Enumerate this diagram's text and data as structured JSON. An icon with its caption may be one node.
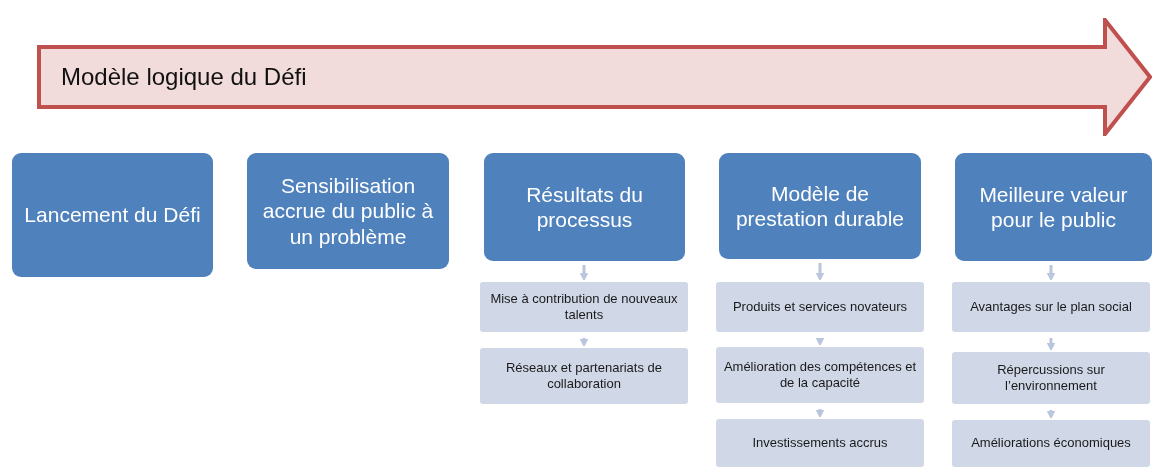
{
  "diagram": {
    "nodes": [
      {
        "text": [
          "Modèle logique du Défi"
        ]
      },
      {
        "text": [
          "Lancement du Défi"
        ]
      },
      {
        "text": [
          "Sensibilisation accrue du public à un problème"
        ]
      },
      {
        "text": [
          "Résultats du processus"
        ]
      },
      {
        "text": [
          "Mise à contribution de nouveaux talents"
        ]
      },
      {
        "text": [
          "Réseaux et partenariats de collaboration"
        ]
      },
      {
        "text": [
          "Modèle de prestation durable"
        ]
      },
      {
        "text": [
          "Produits et services novateurs"
        ]
      },
      {
        "text": [
          "Amélioration des compétences et de la capacité"
        ]
      },
      {
        "text": [
          "Investissements accrus"
        ]
      },
      {
        "text": [
          "Meilleure valeur pour le public"
        ]
      },
      {
        "text": [
          "Avantages sur le plan social"
        ]
      },
      {
        "text": [
          "Répercussions sur l’environnement"
        ]
      },
      {
        "text": [
          "Améliorations économiques"
        ]
      }
    ],
    "edges": [
      {
        "from": 3,
        "to": 4,
        "arrow": "to"
      },
      {
        "from": 4,
        "to": 5,
        "arrow": "to"
      },
      {
        "from": 6,
        "to": 7,
        "arrow": "to"
      },
      {
        "from": 7,
        "to": 8,
        "arrow": "to"
      },
      {
        "from": 8,
        "to": 9,
        "arrow": "to"
      },
      {
        "from": 10,
        "to": 11,
        "arrow": "to"
      },
      {
        "from": 11,
        "to": 12,
        "arrow": "to"
      },
      {
        "from": 12,
        "to": 13,
        "arrow": "to"
      }
    ]
  }
}
